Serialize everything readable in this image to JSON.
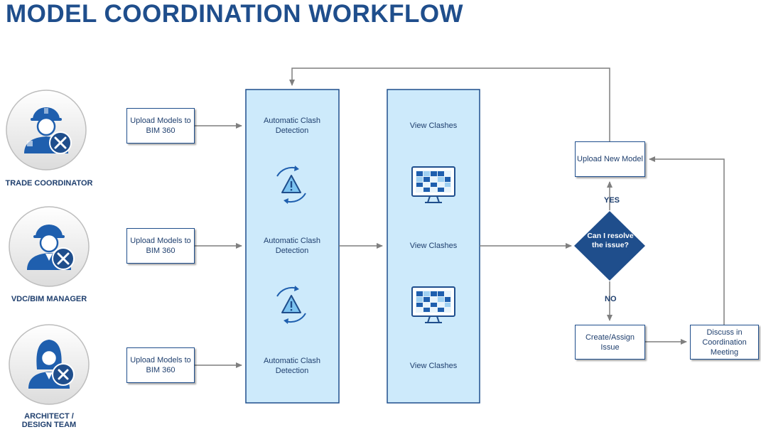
{
  "title": "MODEL COORDINATION WORKFLOW",
  "actors": [
    {
      "label": "TRADE COORDINATOR"
    },
    {
      "label": "VDC/BIM MANAGER"
    },
    {
      "label": "ARCHITECT / DESIGN TEAM"
    }
  ],
  "upload": [
    {
      "label": "Upload Models to BIM 360"
    },
    {
      "label": "Upload Models to BIM 360"
    },
    {
      "label": "Upload Models to BIM 360"
    }
  ],
  "detection": [
    {
      "label": "Automatic Clash Detection"
    },
    {
      "label": "Automatic Clash Detection"
    },
    {
      "label": "Automatic Clash Detection"
    }
  ],
  "view": [
    {
      "label": "View Clashes"
    },
    {
      "label": "View Clashes"
    },
    {
      "label": "View Clashes"
    }
  ],
  "decision": {
    "label": "Can I resolve the issue?",
    "yes": "YES",
    "no": "NO"
  },
  "upload_new": {
    "label": "Upload New Model"
  },
  "create_issue": {
    "label": "Create/Assign Issue"
  },
  "discuss": {
    "label": "Discuss in Coordination Meeting"
  },
  "colors": {
    "title": "#1f4e8c",
    "panel_fill": "#cdeafb",
    "panel_border": "#1f4e8c",
    "decision": "#1f4e8c",
    "arrow": "#7f7f7f"
  }
}
